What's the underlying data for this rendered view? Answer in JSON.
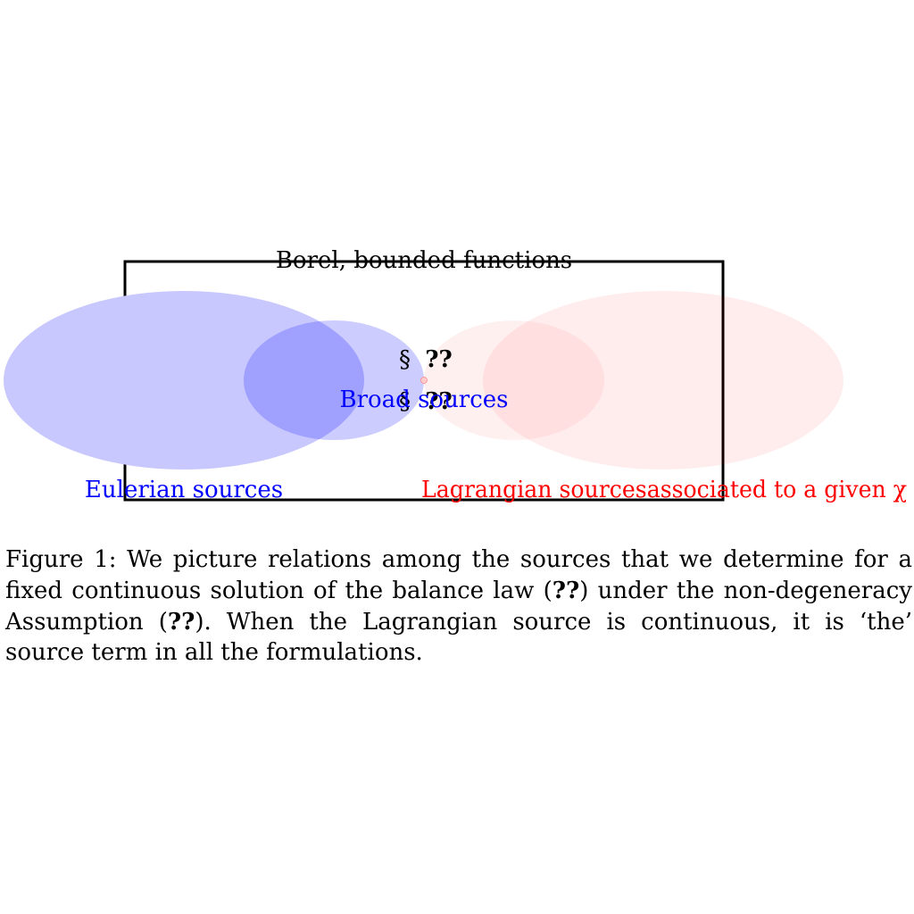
{
  "figure": {
    "box_label": "Borel, bounded functions",
    "broad_label": "Broad sources",
    "eulerian_label": "Eulerian sources",
    "lagrangian_label": "Lagrangian sourcesassociated to a given χ",
    "ref_top_section": "§",
    "ref_top_marks": "??",
    "ref_bottom_section": "§",
    "ref_bottom_marks": "??",
    "colors": {
      "eulerian": "#0000ff",
      "lagrangian": "#ff0000",
      "eulerian_fill": "#c8c8ff",
      "broad_fill": "#b4b4ff",
      "lagrangian_fill": "#ffeeee",
      "frame": "#000000"
    }
  },
  "caption": {
    "prefix": "Figure 1:",
    "text1": " We picture relations among the sources that we determine for a fixed continuous solution of the balance law (",
    "ref1": "??",
    "text2": ") under the non-degeneracy Assumption (",
    "ref2": "??",
    "text3": "). When the Lagrangian source is continuous, it is ‘the’ source term in all the formulations."
  }
}
